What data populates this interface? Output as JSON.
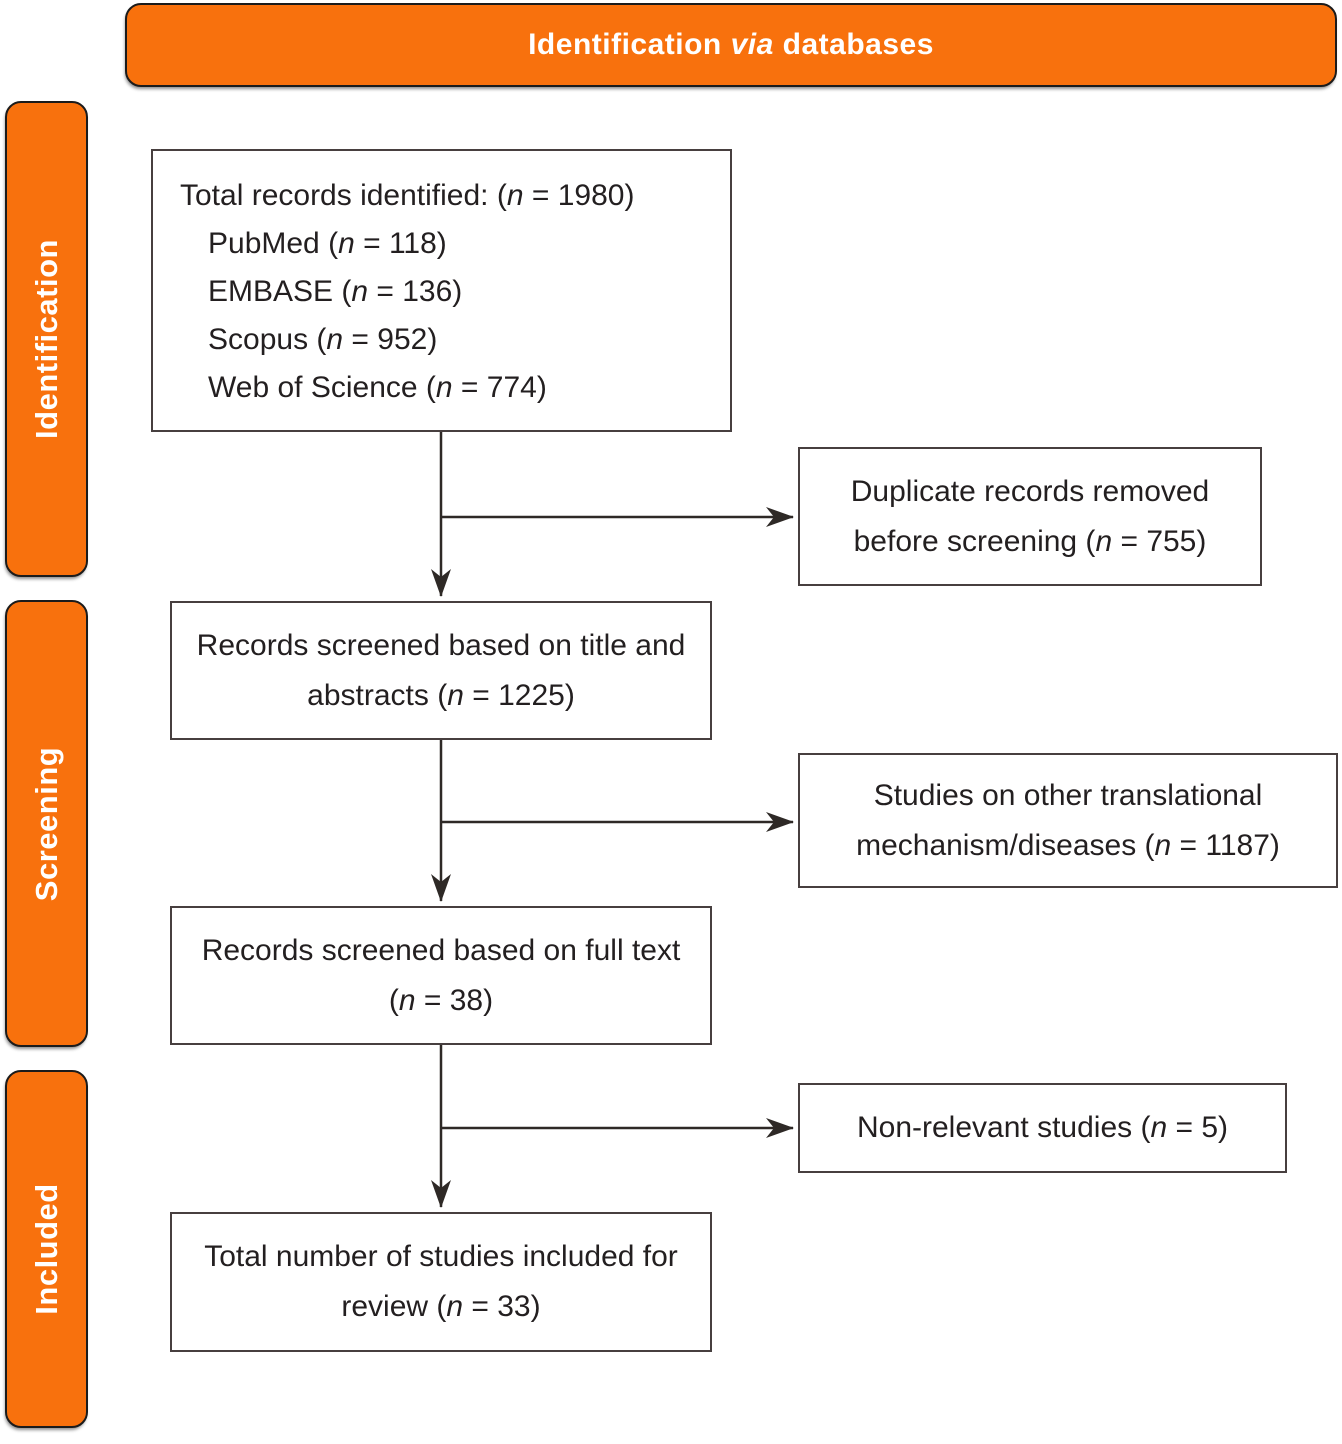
{
  "colors": {
    "accent_orange": "#f8710d",
    "box_border": "#473f3f",
    "arrow": "#2e2926",
    "text": "#231f20",
    "banner_text": "#ffffff"
  },
  "header": {
    "title": "Identification *via* databases"
  },
  "sidebars": [
    {
      "label": "Identification"
    },
    {
      "label": "Screening"
    },
    {
      "label": "Included"
    }
  ],
  "boxes": {
    "identified": {
      "lines": [
        "Total records identified: (*n* = 1980)",
        "PubMed (*n* = 118)",
        "EMBASE (*n* = 136)",
        "Scopus (*n* = 952)",
        "Web of Science (*n* = 774)"
      ]
    },
    "duplicates": {
      "text": "Duplicate records removed before screening (*n* = 755)"
    },
    "screened_title": {
      "text": "Records screened based on title and abstracts (*n* = 1225)"
    },
    "other_mechanisms": {
      "text": "Studies on other translational mechanism/diseases (*n* = 1187)"
    },
    "screened_fulltext": {
      "text": "Records screened based on full text (*n* = 38)"
    },
    "non_relevant": {
      "text": "Non-relevant studies (*n* = 5)"
    },
    "included": {
      "text": "Total number of studies included for review (*n* = 33)"
    }
  }
}
